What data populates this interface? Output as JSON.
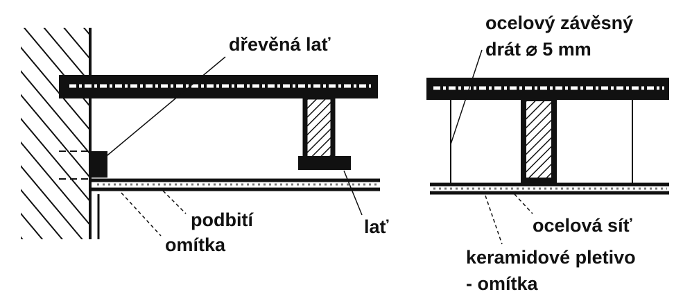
{
  "left_detail": {
    "label_wooden_batten": "dřevěná lať",
    "label_soffit": "podbití",
    "label_plaster": "omítka",
    "label_batten": "lať"
  },
  "right_detail": {
    "label_hanger_wire_line1": "ocelový závěsný",
    "label_hanger_wire_line2": "drát ⌀ 5 mm",
    "label_steel_mesh": "ocelová síť",
    "label_ceramic_mesh_line1": "keramidové pletivo",
    "label_ceramic_mesh_line2": "- omítka"
  },
  "colors": {
    "ink": "#111111",
    "paper": "#ffffff"
  }
}
